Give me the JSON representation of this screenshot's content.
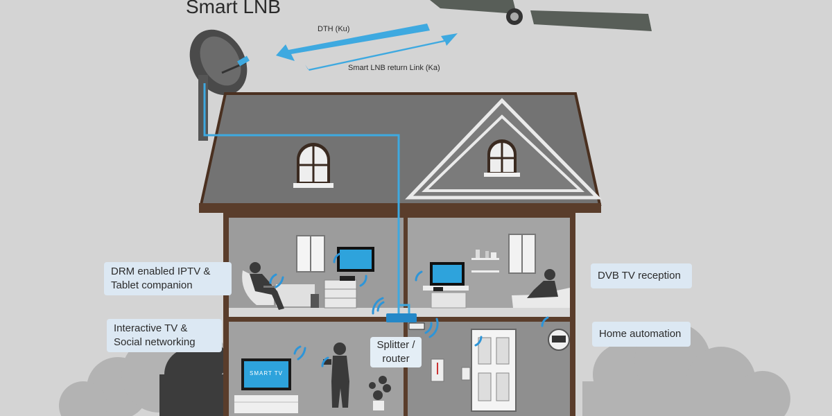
{
  "title": "Smart LNB",
  "links": {
    "downlink": "DTH (Ku)",
    "uplink": "Smart LNB return Link (Ka)"
  },
  "features": {
    "iptv_line1": "DRM enabled IPTV &",
    "iptv_line2": "Tablet companion",
    "interactive_line1": "Interactive TV &",
    "interactive_line2": "Social networking",
    "dvb": "DVB TV reception",
    "home_automation": "Home automation"
  },
  "splitter": {
    "line1": "Splitter /",
    "line2": "router"
  },
  "smart_tv_label": "SMART TV",
  "colors": {
    "background": "#d4d4d4",
    "roof": "#737373",
    "room": "#9c9c9c",
    "cable": "#3ea9e0",
    "callout": "#dce8f3",
    "wall_frame": "#5a3d2b"
  }
}
